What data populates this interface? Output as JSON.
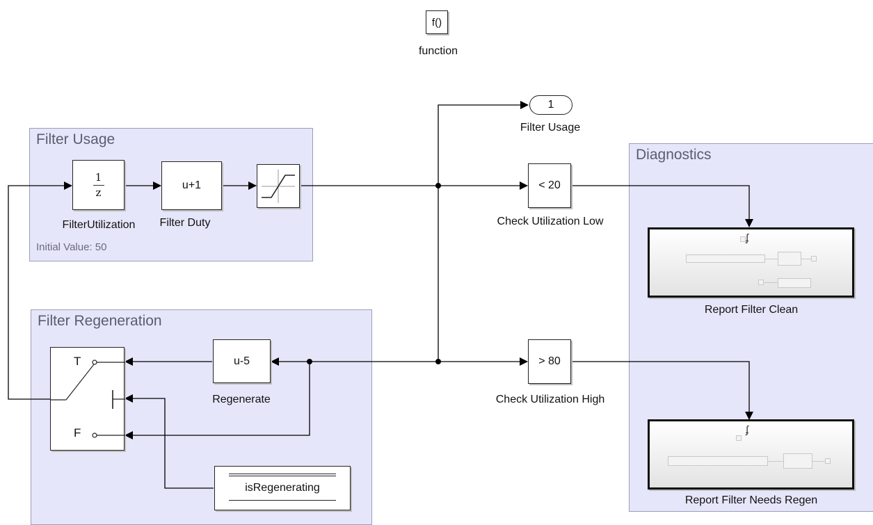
{
  "function_block": {
    "icon_text": "f()",
    "label": "function"
  },
  "areas": {
    "filter_usage": {
      "title": "Filter Usage",
      "note": "Initial Value: 50"
    },
    "filter_regeneration": {
      "title": "Filter Regeneration"
    },
    "diagnostics": {
      "title": "Diagnostics"
    }
  },
  "blocks": {
    "unit_delay": {
      "numerator": "1",
      "denominator": "z",
      "label": "FilterUtilization"
    },
    "filter_duty": {
      "text": "u+1",
      "label": "Filter Duty"
    },
    "saturation": {
      "icon": "saturation-icon"
    },
    "regenerate": {
      "text": "u-5",
      "label": "Regenerate"
    },
    "switch": {
      "true_port": "T",
      "false_port": "F"
    },
    "is_regenerating": {
      "text": "isRegenerating"
    },
    "check_low": {
      "text": "< 20",
      "label": "Check Utilization Low"
    },
    "check_high": {
      "text": "> 80",
      "label": "Check Utilization High"
    },
    "outport": {
      "text": "1",
      "label": "Filter Usage"
    },
    "report_clean": {
      "label": "Report Filter Clean",
      "trigger_icon": "ʄ"
    },
    "report_regen": {
      "label": "Report Filter Needs Regen",
      "trigger_icon": "ʄ"
    }
  },
  "colors": {
    "area_fill": "#e6e6fa",
    "area_border": "#9c9cba",
    "wire": "#000000"
  }
}
